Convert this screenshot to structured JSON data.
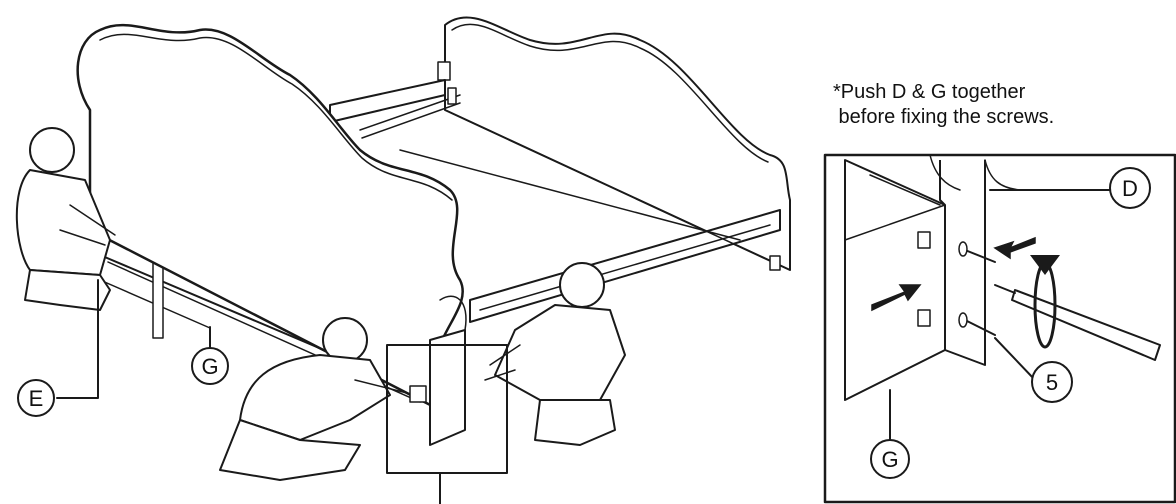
{
  "note": {
    "line1": "*Push D & G together",
    "line2": " before fixing the screws."
  },
  "labels": {
    "e": "E",
    "g_main": "G",
    "d_inset": "D",
    "five_inset": "5",
    "g_inset": "G"
  }
}
